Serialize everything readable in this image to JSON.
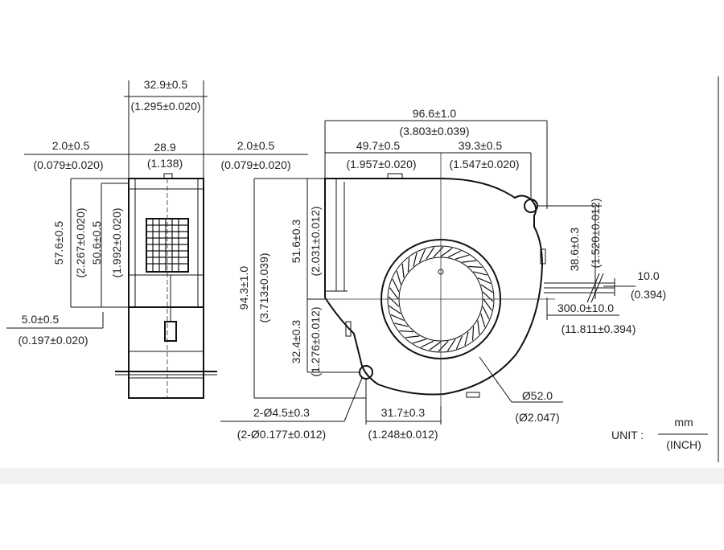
{
  "side_view": {
    "width_total": "32.9±0.5",
    "width_total_in": "(1.295±0.020)",
    "inner_width": "28.9",
    "inner_width_in": "(1.138)",
    "left_gap": "2.0±0.5",
    "left_gap_in": "(0.079±0.020)",
    "right_gap": "2.0±0.5",
    "right_gap_in": "(0.079±0.020)",
    "height_outer": "57.6±0.5",
    "height_outer_in": "(2.267±0.020)",
    "height_inner": "50.6±0.5",
    "height_inner_in": "(1.992±0.020)",
    "base_offset": "5.0±0.5",
    "base_offset_in": "(0.197±0.020)"
  },
  "front_view": {
    "width_total": "96.6±1.0",
    "width_total_in": "(3.803±0.039)",
    "width_left": "49.7±0.5",
    "width_left_in": "(1.957±0.020)",
    "width_right": "39.3±0.5",
    "width_right_in": "(1.547±0.020)",
    "height_total": "94.3±1.0",
    "height_total_in": "(3.713±0.039)",
    "height_upper": "51.6±0.3",
    "height_upper_in": "(2.031±0.012)",
    "height_lower": "32.4±0.3",
    "height_lower_in": "(1.276±0.012)",
    "hole_spec": "2-Ø4.5±0.3",
    "hole_spec_in": "(2-Ø0.177±0.012)",
    "hole_spacing": "31.7±0.3",
    "hole_spacing_in": "(1.248±0.012)",
    "impeller_dia": "Ø52.0",
    "impeller_dia_in": "(Ø2.047)",
    "right_hole_height": "38.6±0.3",
    "right_hole_height_in": "(1.520±0.012)",
    "lead_strip": "10.0",
    "lead_strip_in": "(0.394)",
    "lead_length": "300.0±10.0",
    "lead_length_in": "(11.811±0.394)"
  },
  "unit": {
    "label": "UNIT :",
    "primary": "mm",
    "secondary": "(INCH)"
  }
}
